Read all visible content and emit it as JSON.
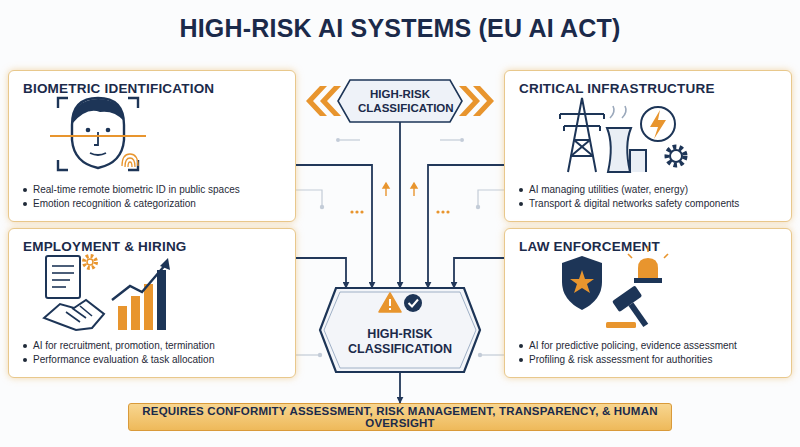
{
  "diagram": {
    "title": "HIGH-RISK AI SYSTEMS (EU AI ACT)",
    "nodes": [
      {
        "text": [
          "BIOMETRIC IDENTIFICATION",
          "Real-time remote biometric ID in public spaces",
          "Emotion recognition & categorization"
        ]
      },
      {
        "text": [
          "HIGH-RISK CLASSIFICATION"
        ]
      },
      {
        "text": [
          "CRITICAL INFRASTRUCTURE",
          "AI managing utilities (water, energy)",
          "Transport & digital networks safety components"
        ]
      },
      {
        "text": [
          "EMPLOYMENT & HIRING",
          "AI for recruitment, promotion, termination",
          "Performance evaluation & task allocation"
        ]
      },
      {
        "text": [
          "HIGH-RISK CLASSIFICATION"
        ]
      },
      {
        "text": [
          "LAW ENFORCEMENT",
          "AI for predictive policing, evidence assessment",
          "Profiling & risk assessment for authorities"
        ]
      },
      {
        "text": [
          "REQUIRES CONFORMITY ASSESSMENT, RISK MANAGEMENT, TRANSPARENCY, & HUMAN OVERSIGHT"
        ]
      }
    ],
    "edges": [
      {
        "from": 0,
        "to": 4,
        "arrow": "to"
      },
      {
        "from": 1,
        "to": 4,
        "arrow": "to"
      },
      {
        "from": 2,
        "to": 4,
        "arrow": "to"
      },
      {
        "from": 3,
        "to": 4,
        "arrow": "to"
      },
      {
        "from": 5,
        "to": 4,
        "arrow": "to"
      },
      {
        "from": 4,
        "to": 6,
        "arrow": "to"
      }
    ]
  }
}
